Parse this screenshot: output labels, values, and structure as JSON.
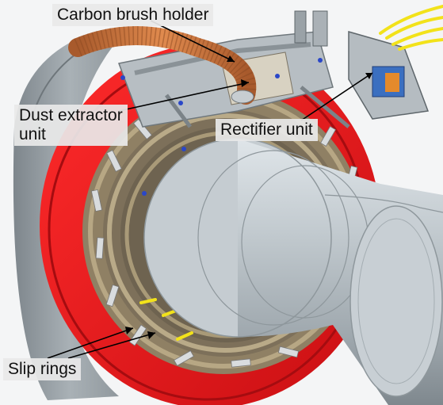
{
  "labels": {
    "carbon_brush_holder": "Carbon brush holder",
    "dust_extractor_unit": "Dust extractor\nunit",
    "rectifier_unit": "Rectifier unit",
    "slip_rings": "Slip rings"
  },
  "colors": {
    "red_housing": "#e8161c",
    "shaft_gray": "#b9c1c7",
    "slip_ring_bronze": "#9c8c6c",
    "hose_orange": "#c96f3a",
    "cable_yellow": "#f2e21a",
    "background": "#ffffff"
  }
}
